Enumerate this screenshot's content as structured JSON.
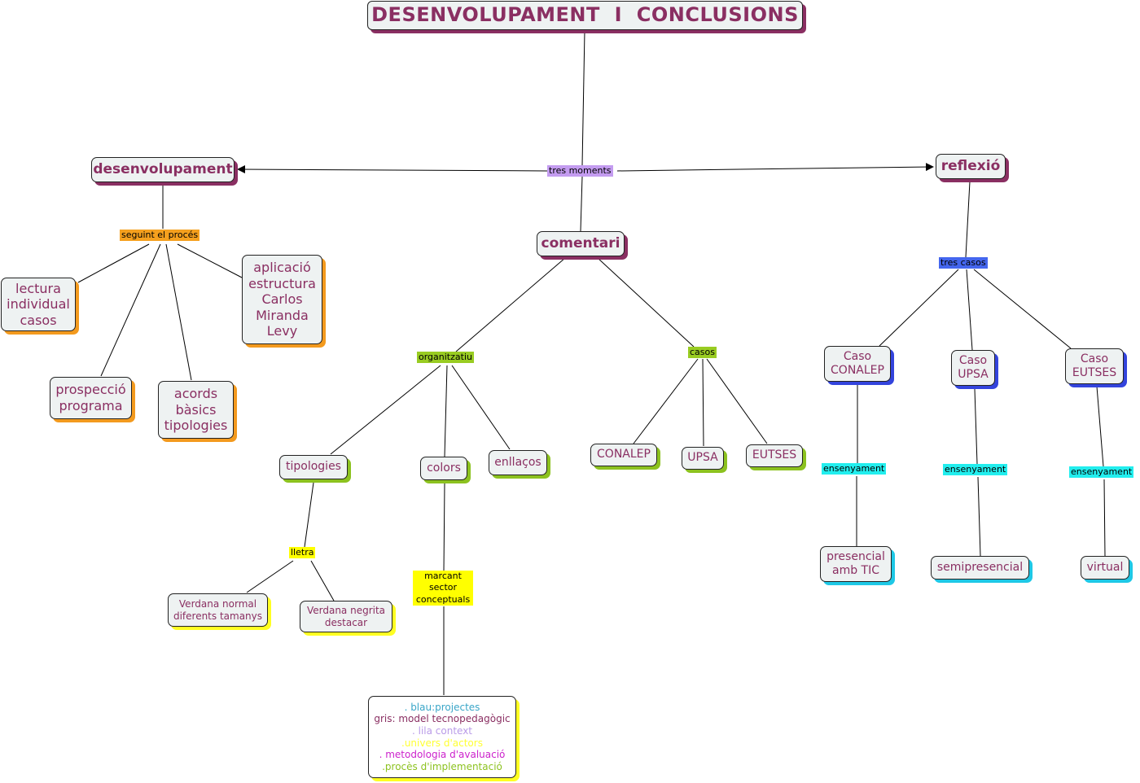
{
  "title": "DESENVOLUPAMENT  I  CONCLUSIONS",
  "nodes": {
    "desenvolupament": "desenvolupament",
    "reflexio": "reflexió",
    "comentari": "comentari",
    "lectura": [
      "lectura",
      "individual",
      "casos"
    ],
    "aplicacio": [
      "aplicació",
      "estructura",
      "Carlos",
      "Miranda",
      "Levy"
    ],
    "prospeccio": [
      "prospecció",
      "programa"
    ],
    "acords": [
      "acords",
      "bàsics",
      "tipologies"
    ],
    "tipologies": "tipologies",
    "colors": "colors",
    "enllacos": "enllaços",
    "conalep": "CONALEP",
    "upsa": "UPSA",
    "eutses": "EUTSES",
    "verdana_normal": [
      "Verdana normal",
      "diferents tamanys"
    ],
    "verdana_negrita": [
      "Verdana negrita",
      "destacar"
    ],
    "legend": [
      {
        "text": ". blau:projectes",
        "color": "#3aa6c8"
      },
      {
        "text": "gris: model tecnopedagògic",
        "color": "#8a2f62"
      },
      {
        "text": ". lila context",
        "color": "#b99be8"
      },
      {
        "text": ".univers d'actors",
        "color": "#ffff33"
      },
      {
        "text": ". metodologia d'avaluació",
        "color": "#cc22cc"
      },
      {
        "text": ".procès d'implementació",
        "color": "#8cc21f"
      }
    ],
    "caso_conalep": [
      "Caso",
      "CONALEP"
    ],
    "caso_upsa": [
      "Caso",
      "UPSA"
    ],
    "caso_eutses": [
      "Caso",
      "EUTSES"
    ],
    "presencial": [
      "presencial",
      "amb TIC"
    ],
    "semipresencial": "semipresencial",
    "virtual": "virtual"
  },
  "labels": {
    "tres_moments": "tres moments",
    "seguint": "seguint el procés",
    "tres_casos": "tres casos",
    "organitzatiu": "organitzatiu",
    "casos": "casos",
    "lletra": "lletra",
    "marcant": [
      "marcant",
      "sector",
      "conceptuals"
    ],
    "ensenyament_1": "ensenyament",
    "ensenyament_2": "ensenyament",
    "ensenyament_3": "ensenyament"
  }
}
